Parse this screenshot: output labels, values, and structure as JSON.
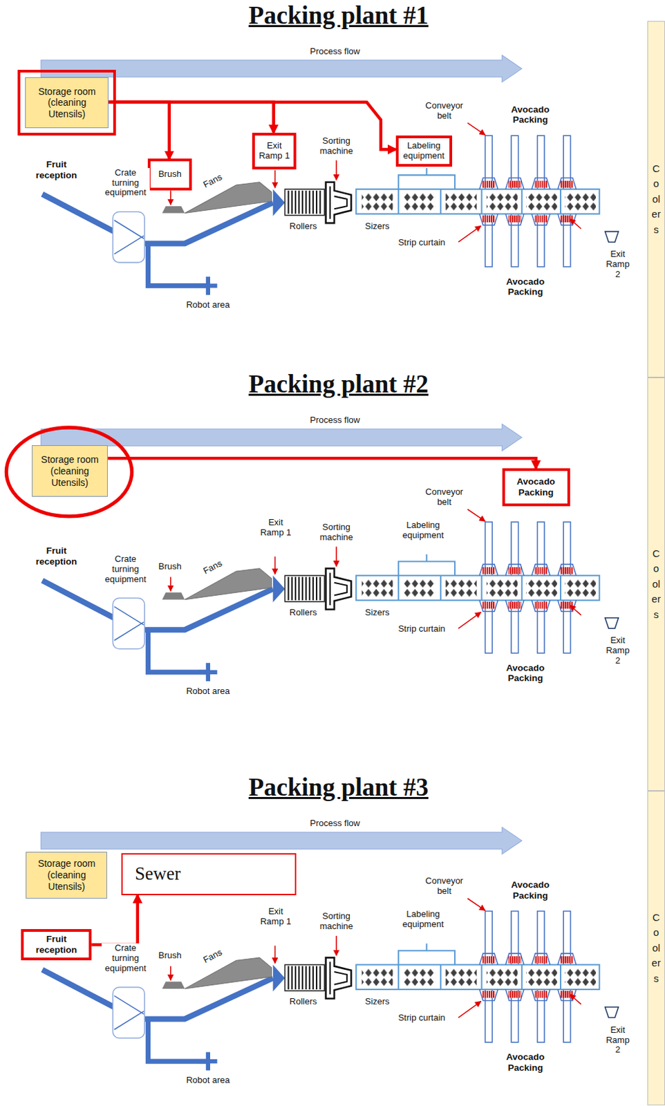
{
  "diagram": {
    "nodes": [
      {
        "text": [
          "Storage room (cleaning Utensils)"
        ]
      },
      {
        "text": [
          "Exit Ramp 1"
        ]
      },
      {
        "text": [
          "Labeling equipment"
        ]
      },
      {
        "text": [
          "Brush"
        ]
      },
      {
        "text": [
          "Coolers"
        ]
      },
      {
        "text": [
          "Storage room (cleaning Utensils)"
        ]
      },
      {
        "text": [
          "Avocado Packing"
        ]
      },
      {
        "text": [
          "Coolers"
        ]
      },
      {
        "text": [
          "Storage room (cleaning Utensils)"
        ]
      },
      {
        "text": [
          "Sewer"
        ]
      },
      {
        "text": [
          "Fruit reception"
        ]
      },
      {
        "text": [
          "Coolers"
        ]
      }
    ],
    "edges": [
      {
        "from": 0,
        "to": 3,
        "arrow": "to"
      },
      {
        "from": 0,
        "to": 1,
        "arrow": "to"
      },
      {
        "from": 0,
        "to": 2,
        "arrow": "to"
      },
      {
        "from": 5,
        "to": 6,
        "arrow": "to"
      },
      {
        "from": 10,
        "to": 9,
        "arrow": "to"
      }
    ],
    "labels": [
      "Packing plant #1",
      "Process flow",
      "Conveyor belt",
      "Avocado Packing",
      "Sorting machine",
      "Fruit reception",
      "Crate turning equipment",
      "Fans",
      "Rollers",
      "Sizers",
      "Strip curtain",
      "Exit Ramp 2",
      "Avocado Packing",
      "Robot area",
      "Packing plant #2",
      "Process flow",
      "Conveyor belt",
      "Exit Ramp 1",
      "Sorting machine",
      "Labeling equipment",
      "Fruit reception",
      "Crate turning equipment",
      "Brush",
      "Fans",
      "Rollers",
      "Sizers",
      "Strip curtain",
      "Exit Ramp 2",
      "Avocado Packing",
      "Robot area",
      "Packing plant #3",
      "Process flow",
      "Conveyor belt",
      "Avocado Packing",
      "Exit Ramp 1",
      "Sorting machine",
      "Labeling equipment",
      "Crate turning equipment",
      "Brush",
      "Fans",
      "Rollers",
      "Sizers",
      "Strip curtain",
      "Exit Ramp 2",
      "Avocado Packing",
      "Robot area"
    ]
  }
}
